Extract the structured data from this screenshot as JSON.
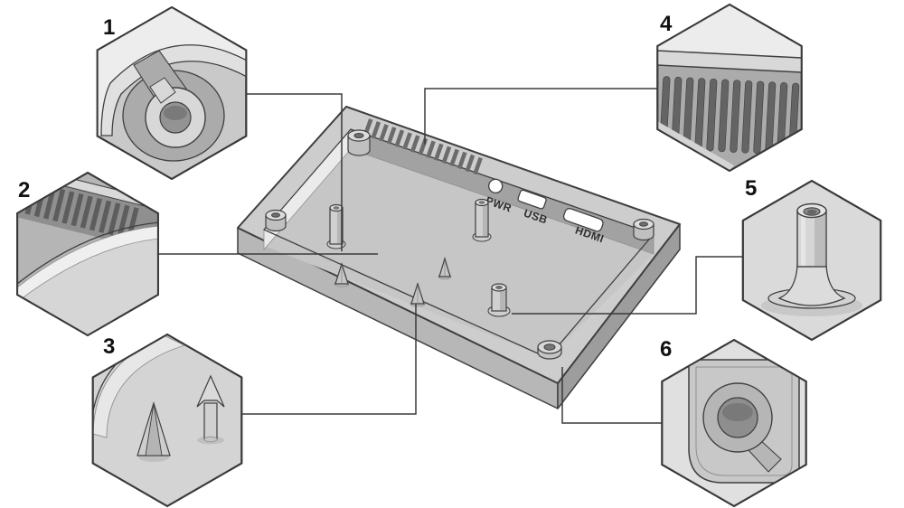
{
  "figure": {
    "background_color": "#ffffff",
    "outline_color": "#3a3a3a",
    "callouts": [
      {
        "number": "1"
      },
      {
        "number": "2"
      },
      {
        "number": "3"
      },
      {
        "number": "4"
      },
      {
        "number": "5"
      },
      {
        "number": "6"
      }
    ],
    "enclosure": {
      "port_labels": [
        {
          "label": "PWR"
        },
        {
          "label": "USB"
        },
        {
          "label": "HDMI"
        }
      ]
    }
  }
}
